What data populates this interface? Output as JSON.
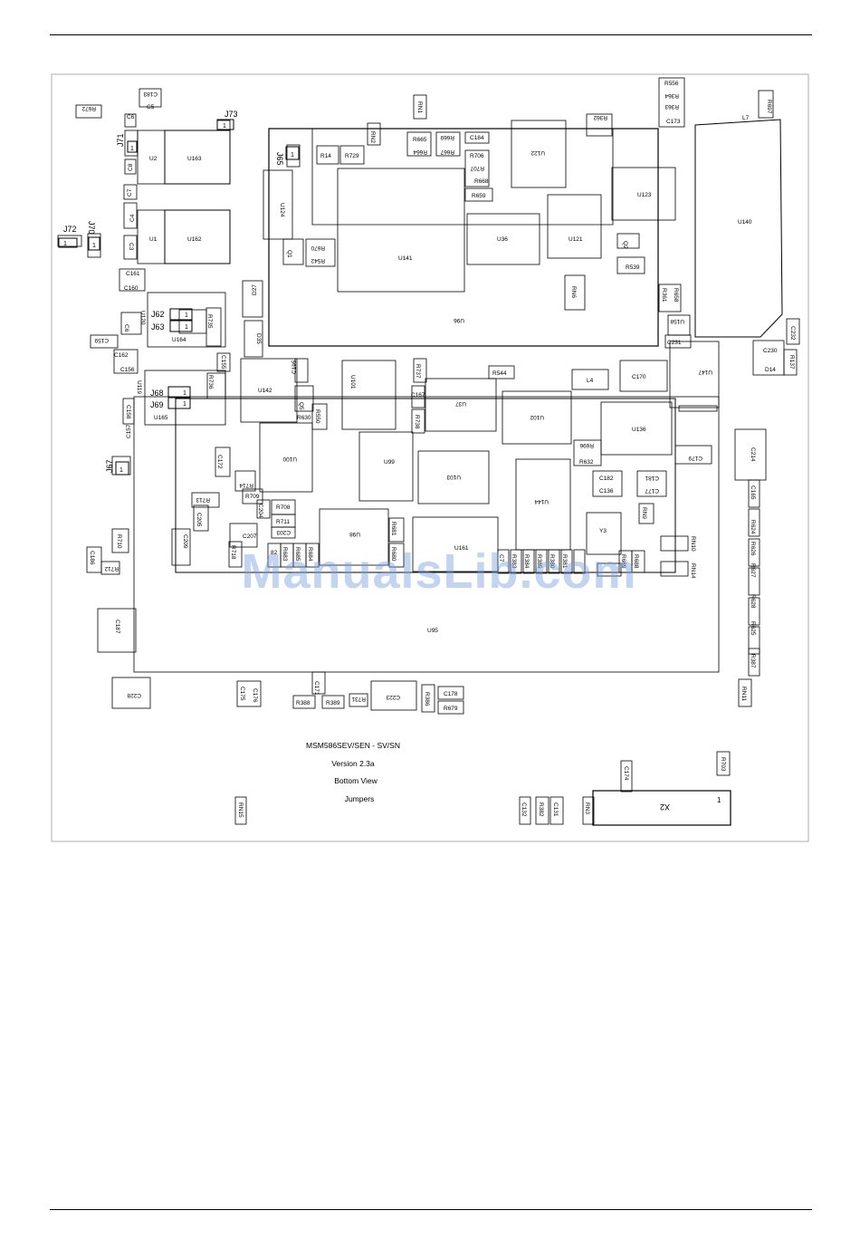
{
  "title_block": {
    "model": "MSM586SEV/SEN - SV/SN",
    "version": "Version 2.3a",
    "view": "Bottom View",
    "subject": "Jumpers"
  },
  "watermark": "ManualsLib.com",
  "jumpers": [
    {
      "name": "J73",
      "pin1": "1"
    },
    {
      "name": "J71",
      "pin1": "1"
    },
    {
      "name": "J72",
      "pin1": "1"
    },
    {
      "name": "J70",
      "pin1": "1"
    },
    {
      "name": "J65",
      "pin1": "1"
    },
    {
      "name": "J62",
      "pin1": "1"
    },
    {
      "name": "J63",
      "pin1": "1"
    },
    {
      "name": "J68",
      "pin1": "1"
    },
    {
      "name": "J69",
      "pin1": "1"
    },
    {
      "name": "J67",
      "pin1": "1"
    }
  ],
  "connector": {
    "name": "X2",
    "pin1": "1"
  },
  "components": {
    "U163": "U163",
    "U2": "U2",
    "U162": "U162",
    "U1": "U1",
    "U164": "U164",
    "U165": "U165",
    "U120": "U120",
    "U119": "U119",
    "U124": "U124",
    "U141": "U141",
    "U96": "U96",
    "U36": "U36",
    "U121": "U121",
    "U122": "U122",
    "U123": "U123",
    "U140": "U140",
    "U142": "U142",
    "U101": "U101",
    "U37": "U37",
    "U102": "U102",
    "U136": "U136",
    "U147": "U147",
    "U158": "U158",
    "U100": "U100",
    "U99": "U99",
    "U103": "U103",
    "U144": "U144",
    "U98": "U98",
    "U161": "U161",
    "U95": "U95",
    "C183": "C183",
    "C5": "C5",
    "R672": "R672",
    "C6": "C6",
    "C8": "C8",
    "C7": "C7",
    "C4": "C4",
    "C3": "C3",
    "C161": "C161",
    "C160": "C160",
    "C159": "C159",
    "C162": "C162",
    "C156": "C156",
    "C157": "C157",
    "C155": "C155",
    "C158": "C158",
    "R736": "R736",
    "R735": "R735",
    "Q1": "Q1",
    "R670": "R670",
    "R542": "R542",
    "D27": "D27",
    "D35": "D35",
    "R14": "R14",
    "R729": "R729",
    "RN2": "RN2",
    "RN1": "RN1",
    "R665": "R665",
    "R669": "R669",
    "C184": "C184",
    "R664": "R664",
    "R667": "R667",
    "R706": "R706",
    "R707": "R707",
    "R668": "R668",
    "R659": "R659",
    "R362": "R362",
    "R556": "R556",
    "R364": "R364",
    "R363": "R363",
    "C173": "C173",
    "L7": "L7",
    "R697": "R697",
    "Q2": "Q2",
    "R539": "R539",
    "RN6": "RN6",
    "R361": "R361",
    "R658": "R658",
    "C231": "C231",
    "C232": "C232",
    "C230": "C230",
    "D14": "D14",
    "R137": "R137",
    "C195": "C195",
    "Q5": "Q5",
    "R630": "R630",
    "R550": "R550",
    "R737": "R737",
    "C167": "C167",
    "R738": "R738",
    "R544": "R544",
    "L4": "L4",
    "C170": "C170",
    "C179": "C179",
    "R696": "R696",
    "R632": "R632",
    "C214": "C214",
    "C182": "C182",
    "C136": "C136",
    "C177": "C177",
    "C181": "C181",
    "C165": "C165",
    "R624": "R624",
    "R626": "R626",
    "R627": "R627",
    "R628": "R628",
    "R625": "R625",
    "R387": "R387",
    "RN11": "RN11",
    "C172": "C172",
    "R714": "R714",
    "R713": "R713",
    "R709": "R709",
    "C205": "C205",
    "C204": "C204",
    "C209": "C209",
    "C207": "C207",
    "C203": "C203",
    "R708": "R708",
    "R711": "R711",
    "R710": "R710",
    "R712": "R712",
    "C186": "C186",
    "R718": "R718",
    "R683": "R683",
    "R685": "R685",
    "R684": "R684",
    "R681": "R681",
    "R680": "R680",
    "RN9": "RN9",
    "Y3": "Y3",
    "RN10": "RN10",
    "RN14": "RN14",
    "R689": "R689",
    "R688": "R688",
    "C187": "C187",
    "C228": "C228",
    "C175": "C175",
    "C176": "C176",
    "C171": "C171",
    "R388": "R388",
    "R389": "R389",
    "R731": "R731",
    "C223": "C223",
    "R386": "R386",
    "C178": "C178",
    "R679": "R679",
    "RN15": "RN15",
    "C174": "C174",
    "R703": "R703",
    "C132": "C132",
    "R382": "R382",
    "C131": "C131",
    "RN3": "RN3",
    "82": "82",
    "R383": "R383",
    "R384": "R384",
    "R385": "R385",
    "C7b": "C7",
    "R380": "R380",
    "R381": "R381"
  }
}
